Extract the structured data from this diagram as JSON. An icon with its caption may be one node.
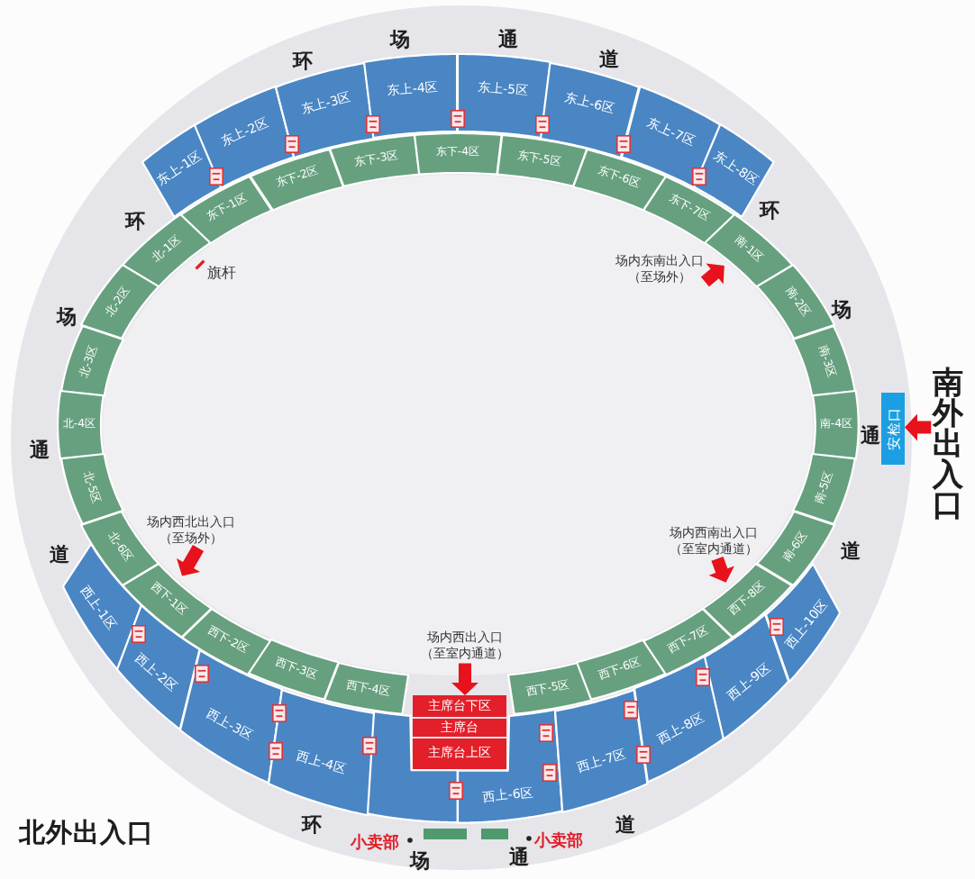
{
  "diagram": {
    "nodes": [
      {
        "text": [
          "东上-1区"
        ]
      },
      {
        "text": [
          "东上-2区"
        ]
      },
      {
        "text": [
          "东上-3区"
        ]
      },
      {
        "text": [
          "东上-4区"
        ]
      },
      {
        "text": [
          "东上-5区"
        ]
      },
      {
        "text": [
          "东上-6区"
        ]
      },
      {
        "text": [
          "东上-7区"
        ]
      },
      {
        "text": [
          "东上-8区"
        ]
      },
      {
        "text": [
          "东下-1区"
        ]
      },
      {
        "text": [
          "东下-2区"
        ]
      },
      {
        "text": [
          "东下-3区"
        ]
      },
      {
        "text": [
          "东下-4区"
        ]
      },
      {
        "text": [
          "东下-5区"
        ]
      },
      {
        "text": [
          "东下-6区"
        ]
      },
      {
        "text": [
          "东下-7区"
        ]
      },
      {
        "text": [
          "北-1区"
        ]
      },
      {
        "text": [
          "北-2区"
        ]
      },
      {
        "text": [
          "北-3区"
        ]
      },
      {
        "text": [
          "北-4区"
        ]
      },
      {
        "text": [
          "北-5区"
        ]
      },
      {
        "text": [
          "北-6区"
        ]
      },
      {
        "text": [
          "南-1区"
        ]
      },
      {
        "text": [
          "南-2区"
        ]
      },
      {
        "text": [
          "南-3区"
        ]
      },
      {
        "text": [
          "南-4区"
        ]
      },
      {
        "text": [
          "南-5区"
        ]
      },
      {
        "text": [
          "南-6区"
        ]
      },
      {
        "text": [
          "西下-1区"
        ]
      },
      {
        "text": [
          "西下-2区"
        ]
      },
      {
        "text": [
          "西下-3区"
        ]
      },
      {
        "text": [
          "西下-4区"
        ]
      },
      {
        "text": [
          "西下-5区"
        ]
      },
      {
        "text": [
          "西下-6区"
        ]
      },
      {
        "text": [
          "西下-7区"
        ]
      },
      {
        "text": [
          "西下-8区"
        ]
      },
      {
        "text": [
          "主席台下区"
        ]
      },
      {
        "text": [
          "主席台"
        ]
      },
      {
        "text": [
          "主席台上区"
        ]
      },
      {
        "text": [
          "西上-1区"
        ]
      },
      {
        "text": [
          "西上-2区"
        ]
      },
      {
        "text": [
          "西上-3区"
        ]
      },
      {
        "text": [
          "西上-4区"
        ]
      },
      {
        "text": [],
        "shape": "box"
      },
      {
        "text": [
          "西上-6区"
        ]
      },
      {
        "text": [
          "西上-7区"
        ]
      },
      {
        "text": [
          "西上-8区"
        ]
      },
      {
        "text": [
          "西上-9区"
        ]
      },
      {
        "text": [
          "西上-10区"
        ]
      },
      {
        "text": [
          "安检口"
        ]
      },
      {
        "text": [
          "场内东南出入口（至场外）"
        ]
      },
      {
        "text": [
          "南外出入口"
        ]
      },
      {
        "text": [
          "场内西北出入口（至场外）"
        ]
      },
      {
        "text": [
          "场内西南出入口（至室内通道）"
        ]
      },
      {
        "text": [
          "场内西出入口（至室内通道）"
        ]
      }
    ],
    "edges": [
      {
        "from": 49,
        "to": null,
        "arrow": "to"
      },
      {
        "from": 50,
        "to": 48,
        "arrow": "to"
      },
      {
        "from": 51,
        "to": null,
        "arrow": "to"
      },
      {
        "from": 52,
        "to": null,
        "arrow": "to"
      },
      {
        "from": 53,
        "to": 35,
        "arrow": "to"
      }
    ],
    "labels": [
      "环",
      "场",
      "通",
      "道",
      "环",
      "旗杆",
      "环",
      "场",
      "场",
      "通",
      "通",
      "道",
      "道",
      "环",
      "道",
      "北外出入口",
      "小卖部",
      "小卖部",
      "场",
      "通"
    ]
  }
}
